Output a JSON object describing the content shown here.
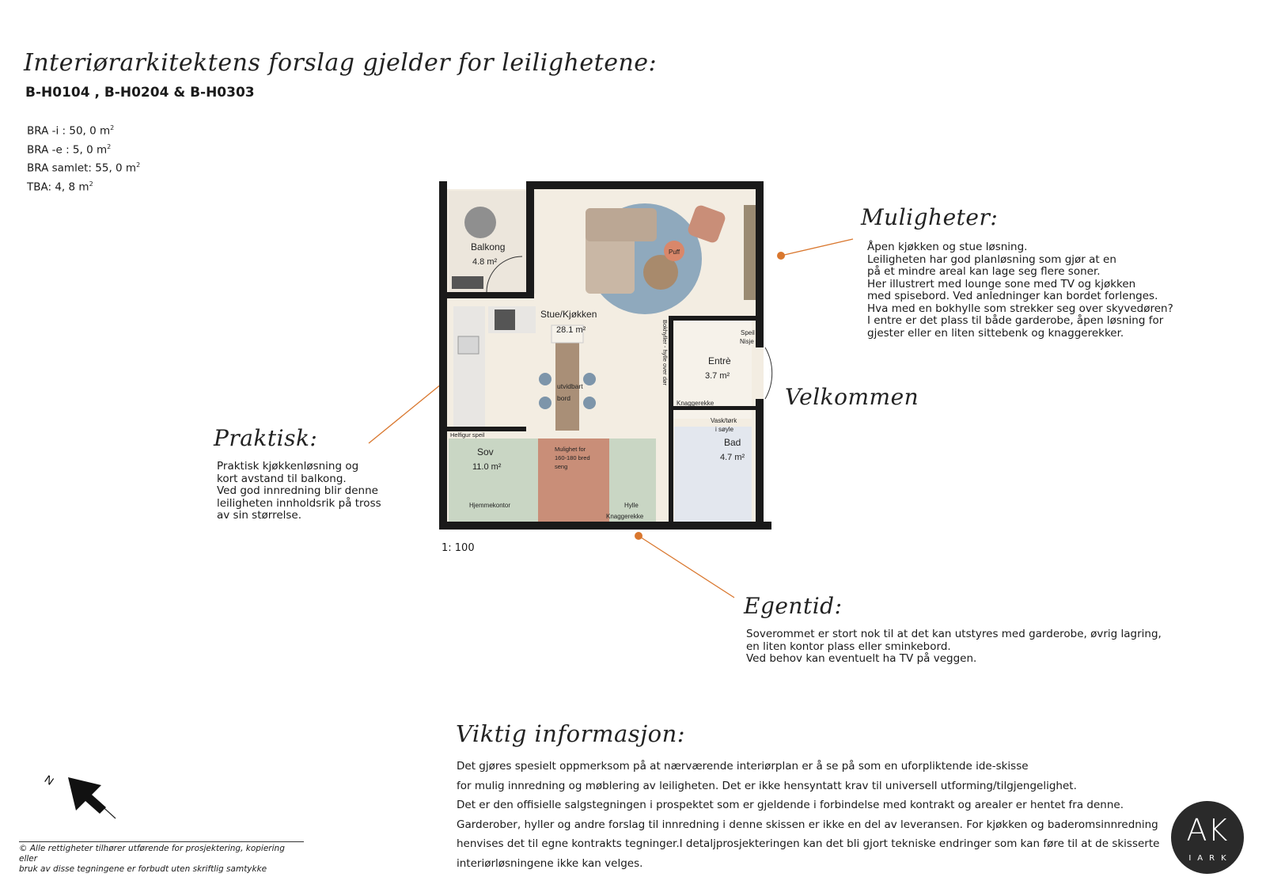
{
  "header": {
    "title": "Interiørarkitektens forslag gjelder for leilighetene:",
    "units": "B-H0104 , B-H0204 & B-H0303"
  },
  "areas": [
    {
      "label": "BRA -i : 50, 0  m",
      "sup": "2"
    },
    {
      "label": "BRA -e : 5, 0  m",
      "sup": "2"
    },
    {
      "label": "BRA samlet: 55, 0  m",
      "sup": "2"
    },
    {
      "label": "TBA: 4, 8  m",
      "sup": "2"
    }
  ],
  "floorplan": {
    "rooms": {
      "balkong": {
        "name": "Balkong",
        "area": "4.8 m²"
      },
      "stue": {
        "name": "Stue/Kjøkken",
        "area": "28.1 m²"
      },
      "entre": {
        "name": "Entrè",
        "area": "3.7 m²"
      },
      "sov": {
        "name": "Sov",
        "area": "11.0 m²"
      },
      "bad": {
        "name": "Bad",
        "area": "4.7 m²"
      }
    },
    "labels": {
      "puff": "Puff",
      "bord_1": "utvidbart",
      "bord_2": "bord",
      "speil_1": "Speil",
      "speil_2": "Nisje",
      "bokhyller": "Bokhyller - hylle over dør",
      "knaggerekke_entre": "Knaggerekke",
      "vask_1": "Vask/tørk",
      "vask_2": "i søyle",
      "helfigur": "Helfigur speil",
      "seng_1": "Mulighet for",
      "seng_2": "160-180 bred",
      "seng_3": "seng",
      "hjemmekontor": "Hjemmekontor",
      "hylle": "Hylle",
      "knaggerekke_sov": "Knaggerekke"
    },
    "scale": "1: 100"
  },
  "notes": {
    "muligheter": {
      "title": "Muligheter:",
      "lines": [
        "Åpen kjøkken og stue løsning.",
        "Leiligheten har god planløsning som gjør at en",
        "på et mindre areal kan lage seg flere soner.",
        "Her illustrert med lounge sone med TV og kjøkken",
        "med spisebord. Ved anledninger kan bordet forlenges.",
        "Hva med en bokhylle som strekker seg over skyvedøren?",
        "I entre er det plass til både garderobe, åpen løsning for",
        "gjester eller en liten sittebenk og knaggerekker."
      ]
    },
    "praktisk": {
      "title": "Praktisk:",
      "lines": [
        "Praktisk kjøkkenløsning og",
        "kort avstand til balkong.",
        "Ved god innredning blir denne",
        "leiligheten innholdsrik på tross",
        "av sin størrelse."
      ]
    },
    "egentid": {
      "title": "Egentid:",
      "lines": [
        "Soverommet er stort nok til at det kan utstyres med garderobe, øvrig lagring,",
        "en liten kontor plass eller sminkebord.",
        "Ved behov kan eventuelt ha TV på veggen."
      ]
    },
    "velkommen": "Velkommen"
  },
  "viktig": {
    "title": "Viktig informasjon:",
    "lines": [
      "Det gjøres spesielt oppmerksom på at nærværende interiørplan er å se på som en uforpliktende ide-skisse",
      "for mulig innredning og møblering av leiligheten. Det er ikke hensyntatt krav til universell utforming/tilgjengelighet.",
      "Det er den offisielle salgstegningen i prospektet som er gjeldende i forbindelse med kontrakt og arealer er hentet fra denne.",
      "Garderober, hyller og andre forslag til innredning i denne skissen er ikke en del av leveransen. For kjøkken og baderomsinnredning",
      "henvises det til egne kontrakts tegninger.I detaljprosjekteringen kan det bli gjort tekniske endringer som kan føre til at de skisserte",
      "interiørløsningene ikke kan velges."
    ]
  },
  "compass": {
    "label": "N"
  },
  "copyright": {
    "line1": "© Alle rettigheter tilhører utførende for prosjektering, kopiering eller",
    "line2": "bruk av disse tegningene er forbudt uten skriftlig samtykke"
  },
  "logo": {
    "big": "AK",
    "small": "IARK"
  },
  "colors": {
    "accent_orange": "#d9772e",
    "wall": "#1a1a1a",
    "floor": "#f3ede2",
    "bedroom": "#c9d6c4",
    "bathroom": "#e3e7ee",
    "rug": "#8fa9bd",
    "logo_bg": "#2a2a2a"
  }
}
